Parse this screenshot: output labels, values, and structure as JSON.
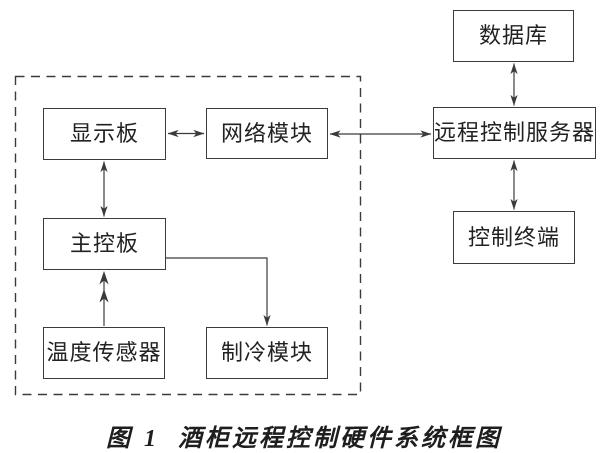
{
  "diagram": {
    "nodes": {
      "display_board": {
        "label": "显示板"
      },
      "network_module": {
        "label": "网络模块"
      },
      "main_control_board": {
        "label": "主控板"
      },
      "temperature_sensor": {
        "label": "温度传感器"
      },
      "cooling_module": {
        "label": "制冷模块"
      },
      "database": {
        "label": "数据库"
      },
      "remote_control_server": {
        "label": "远程控制服务器"
      },
      "control_terminal": {
        "label": "控制终端"
      }
    },
    "caption": {
      "figure_label": "图 1",
      "figure_title": "酒柜远程控制硬件系统框图"
    },
    "colors": {
      "line": "#3b3b3b",
      "text": "#222222",
      "background": "#ffffff"
    }
  }
}
